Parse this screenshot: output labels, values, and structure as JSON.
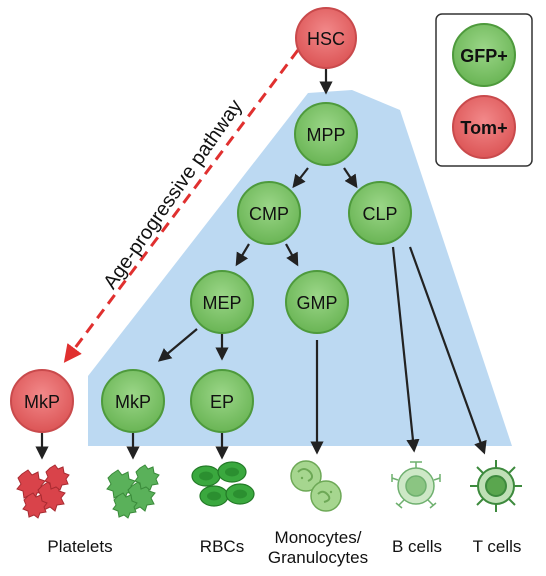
{
  "colors": {
    "gfp_fill": "#7dc66a",
    "gfp_stroke": "#4e9a3c",
    "tom_fill": "#e8696a",
    "tom_stroke": "#c94a4c",
    "region": "#bcd9f2",
    "arrow": "#222222",
    "dashed_arrow": "#e0302f"
  },
  "nodes": {
    "hsc": "HSC",
    "mpp": "MPP",
    "cmp": "CMP",
    "clp": "CLP",
    "mep": "MEP",
    "gmp": "GMP",
    "mkp_green": "MkP",
    "ep": "EP",
    "mkp_red": "MkP"
  },
  "legend": {
    "gfp": "GFP+",
    "tom": "Tom+"
  },
  "pathway_label": "Age-progressive pathway",
  "cells": {
    "platelets": "Platelets",
    "rbcs": "RBCs",
    "mono_line1": "Monocytes/",
    "mono_line2": "Granulocytes",
    "bcells": "B cells",
    "tcells": "T cells"
  },
  "icons": {
    "red_platelets": "red-platelet-cluster-icon",
    "green_platelets": "green-platelet-cluster-icon",
    "rbc": "red-blood-cell-icon",
    "granulocyte": "granulocyte-icon",
    "bcell": "b-cell-icon",
    "tcell": "t-cell-icon"
  }
}
